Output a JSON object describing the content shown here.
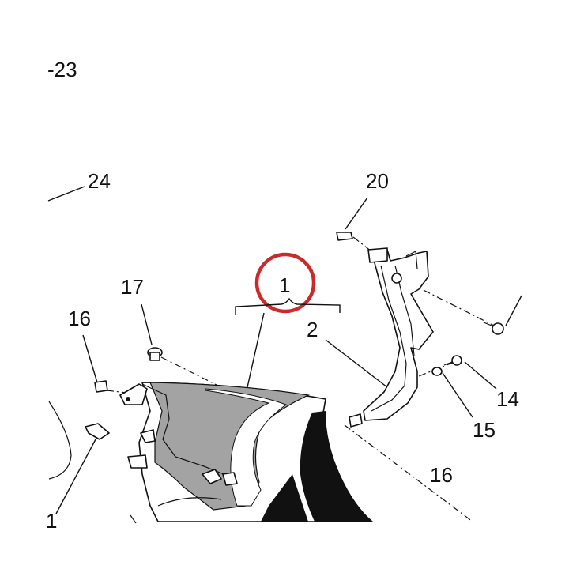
{
  "callouts": {
    "c23": "-23",
    "c24": "24",
    "c20": "20",
    "c17": "17",
    "c1": "1",
    "c16a": "16",
    "c2": "2",
    "c14": "14",
    "c15": "15",
    "c16b": "16",
    "c1b": "1"
  },
  "colors": {
    "highlight_circle": "#cc2a2a",
    "fairing_gray": "#a3a3a3",
    "line": "#111111"
  }
}
